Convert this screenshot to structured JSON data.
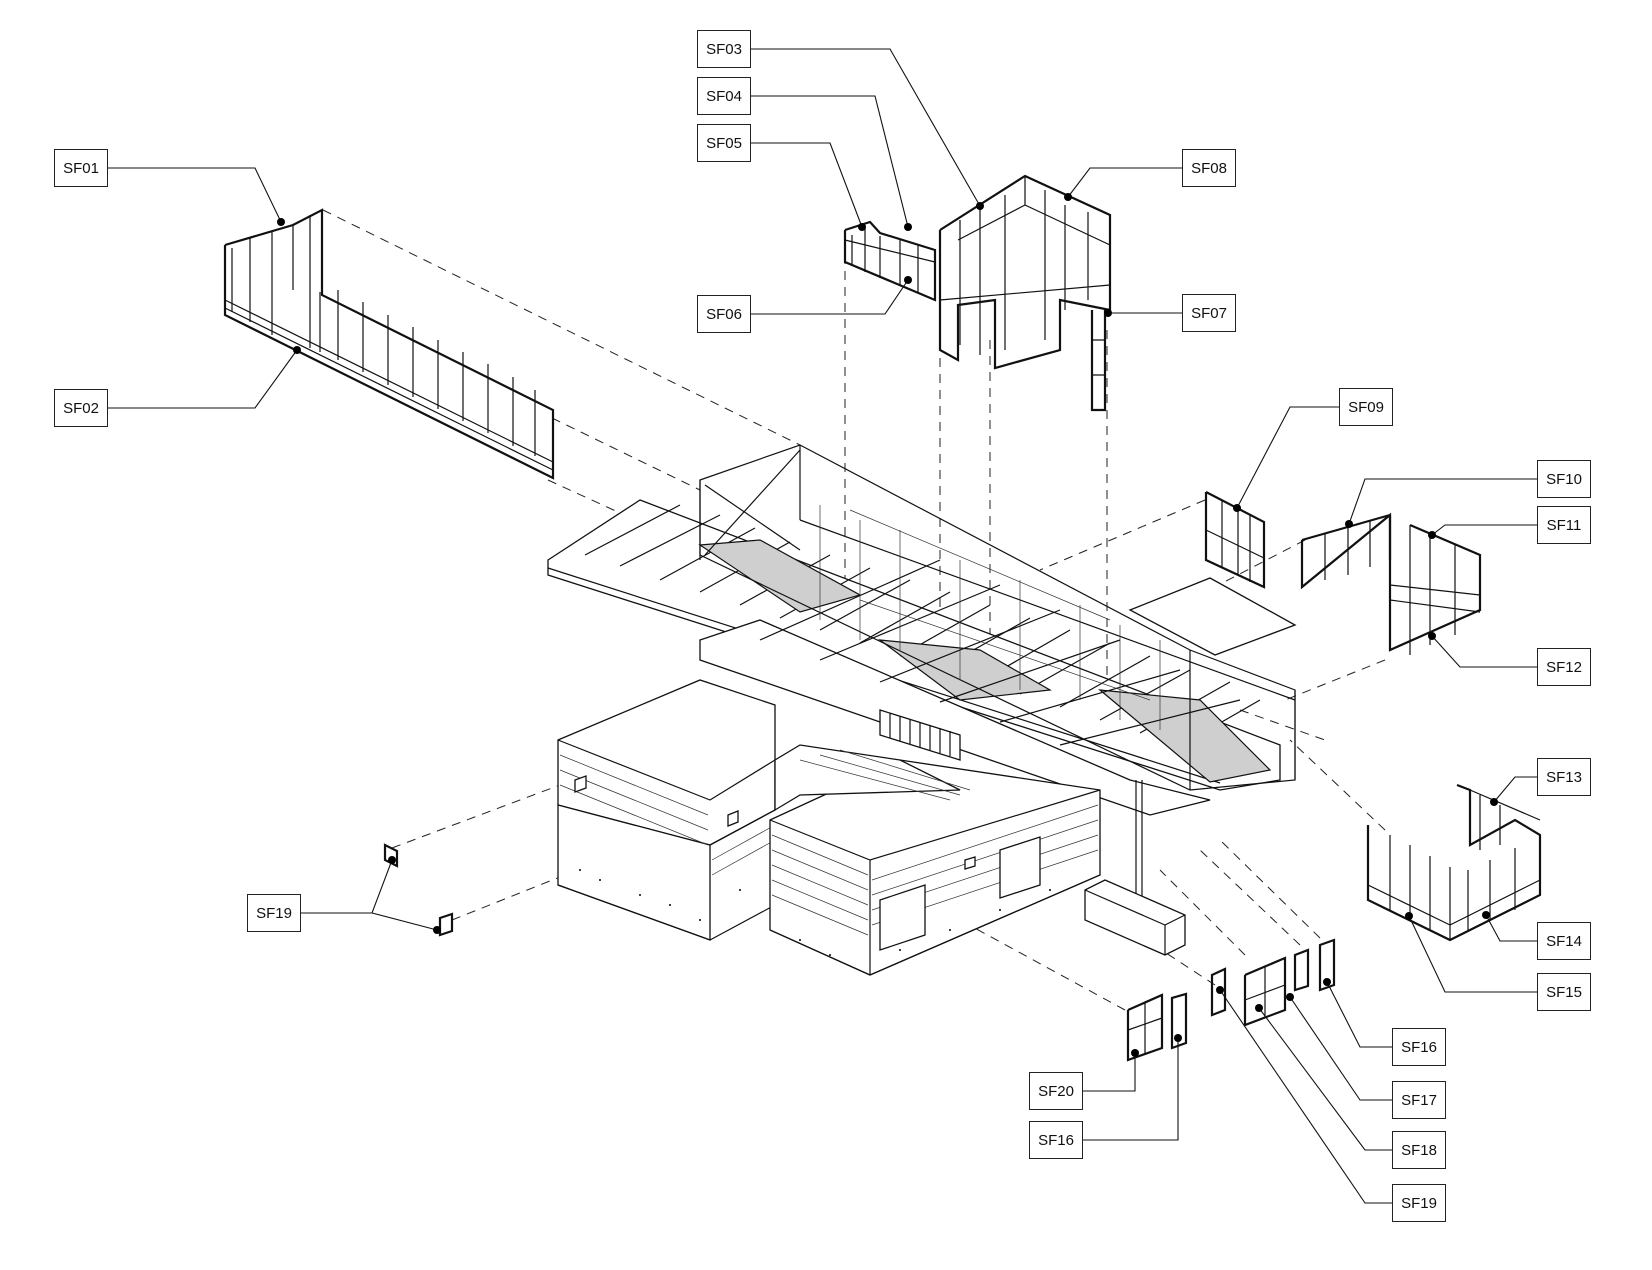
{
  "labels": {
    "sf01": "SF01",
    "sf02": "SF02",
    "sf03": "SF03",
    "sf04": "SF04",
    "sf05": "SF05",
    "sf06": "SF06",
    "sf07": "SF07",
    "sf08": "SF08",
    "sf09": "SF09",
    "sf10": "SF10",
    "sf11": "SF11",
    "sf12": "SF12",
    "sf13": "SF13",
    "sf14": "SF14",
    "sf15": "SF15",
    "sf16_right": "SF16",
    "sf17": "SF17",
    "sf18": "SF18",
    "sf19_right": "SF19",
    "sf20": "SF20",
    "sf16_bottom": "SF16",
    "sf19_left": "SF19"
  },
  "colors": {
    "line": "#111111",
    "glass": "#cfcfcf",
    "background": "#ffffff"
  }
}
